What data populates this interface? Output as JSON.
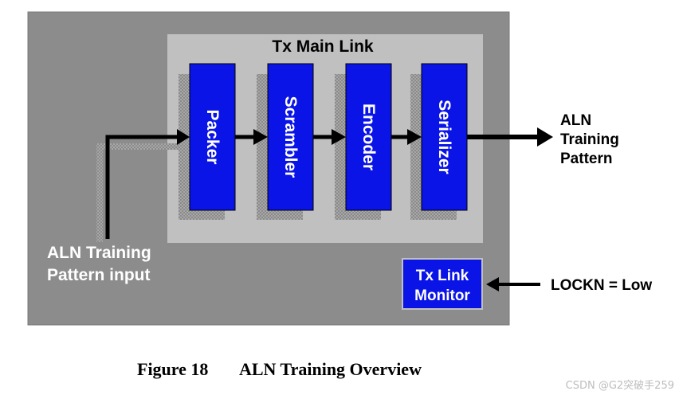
{
  "diagram": {
    "main_link_title": "Tx Main Link",
    "blocks": [
      {
        "id": "packer",
        "label": "Packer"
      },
      {
        "id": "scrambler",
        "label": "Scrambler"
      },
      {
        "id": "encoder",
        "label": "Encoder"
      },
      {
        "id": "serializer",
        "label": "Serializer"
      }
    ],
    "input_label": [
      "ALN Training",
      "Pattern input"
    ],
    "output_label": [
      "ALN",
      "Training",
      "Pattern"
    ],
    "monitor_label": [
      "Tx Link",
      "Monitor"
    ],
    "lockn_label": "LOCKN = Low",
    "colors": {
      "outer": "#8c8c8c",
      "inner": "#c0c0c0",
      "block": "#0a14e6",
      "shadow": "#9a9a9a",
      "arrow": "#000000"
    }
  },
  "caption": {
    "figure": "Figure 18",
    "title": "ALN Training Overview"
  },
  "watermark": "CSDN @G2突破手259"
}
